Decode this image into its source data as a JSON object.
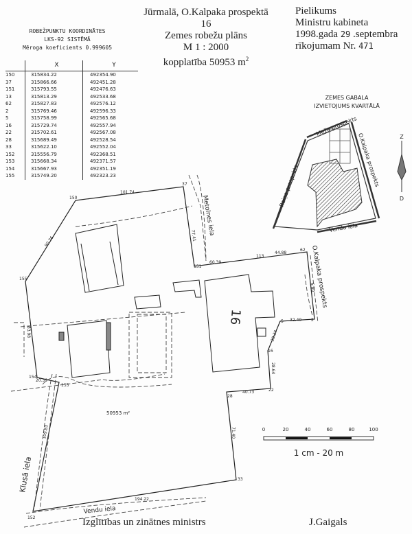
{
  "title": {
    "line1": "Jūrmalā, O.Kalpaka prospektā 16",
    "line2": "Zemes robežu plāns",
    "line3": "M 1 : 2000",
    "line4": "kopplatība 50953 m",
    "sup": "2"
  },
  "appendix": {
    "line1": "Pielikums",
    "line2": "Ministru kabineta",
    "line3a": "1998.gada ",
    "day": "29",
    "line3b": " .septembra",
    "line4": "rīkojumam Nr. ",
    "number": "471"
  },
  "coordinates": {
    "heading1": "ROBEŽPUNKTU KOORDINĀTES",
    "heading2": "LKS-92 SISTĒMĀ",
    "heading3": "Mēroga koeficients 0.999605",
    "columns": [
      "",
      "X",
      "Y"
    ],
    "rows": [
      [
        "150",
        "315834.22",
        "492354.90"
      ],
      [
        "37",
        "315866.66",
        "492451.28"
      ],
      [
        "151",
        "315793.55",
        "492476.63"
      ],
      [
        "13",
        "315813.29",
        "492533.68"
      ],
      [
        "62",
        "315827.83",
        "492576.12"
      ],
      [
        "2",
        "315769.46",
        "492596.33"
      ],
      [
        "5",
        "315758.99",
        "492565.68"
      ],
      [
        "16",
        "315729.74",
        "492557.94"
      ],
      [
        "22",
        "315702.61",
        "492567.08"
      ],
      [
        "28",
        "315689.49",
        "492528.54"
      ],
      [
        "33",
        "315622.10",
        "492552.04"
      ],
      [
        "152",
        "315556.79",
        "492368.51"
      ],
      [
        "153",
        "315668.34",
        "492371.57"
      ],
      [
        "154",
        "315667.93",
        "492351.19"
      ],
      [
        "155",
        "315749.20",
        "492323.23"
      ]
    ]
  },
  "inset": {
    "title1": "ZEMES GABALA",
    "title2": "IZVIETOJUMS KVARTĀLĀ",
    "streets": [
      "Meža prospekts",
      "O.Kalpaka prospekts",
      "Raiņa prospekts",
      "Vendu iela"
    ]
  },
  "north_arrow": {
    "north": "Z",
    "south": "D"
  },
  "plan": {
    "points": [
      "150",
      "37",
      "151",
      "62",
      "2",
      "5",
      "16",
      "22",
      "28",
      "33",
      "152",
      "153",
      "154",
      "155"
    ],
    "distances": [
      "101.74",
      "77.41",
      "60.39",
      "113",
      "44.88",
      "32.40",
      "30.37",
      "28.64",
      "40.73",
      "71.40",
      "194.22",
      "109.83",
      "20.39",
      "83.98",
      "90.76",
      "6.80"
    ],
    "streets": {
      "metolnes": "Metolnes iela",
      "kalpaka": "O.Kalpaka prospekts",
      "klusa": "Klusā iela",
      "vendu": "Vendu iela"
    },
    "building_number": "16",
    "area": "50953 m²"
  },
  "scale_bar": {
    "ticks": [
      "0",
      "20",
      "40",
      "60",
      "80",
      "100"
    ],
    "caption": "1 cm - 20 m"
  },
  "footer": {
    "left": "Izglītības un zinātnes ministrs",
    "right": "J.Gaigals"
  }
}
